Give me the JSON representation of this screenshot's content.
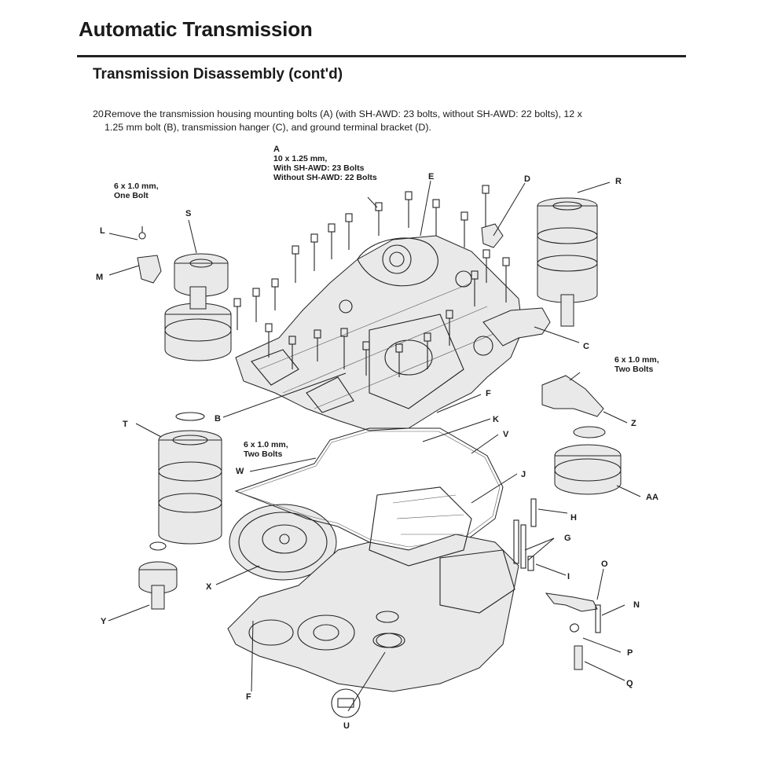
{
  "header": {
    "title": "Automatic Transmission",
    "subtitle": "Transmission Disassembly (cont'd)"
  },
  "instruction": {
    "number": "20.",
    "line1": "Remove the transmission housing mounting bolts (A) (with SH-AWD: 23 bolts, without SH-AWD: 22 bolts), 12 x",
    "line2": "1.25 mm bolt (B), transmission hanger (C), and ground terminal bracket (D)."
  },
  "diagram": {
    "spec_labels": {
      "a_line1": "10 x 1.25 mm,",
      "a_line2": "With SH-AWD: 23 Bolts",
      "a_line3": "Without SH-AWD: 22 Bolts",
      "l_line1": "6 x 1.0 mm,",
      "l_line2": "One Bolt",
      "z_line1": "6 x 1.0 mm,",
      "z_line2": "Two Bolts",
      "w_line1": "6 x 1.0 mm,",
      "w_line2": "Two Bolts"
    },
    "callouts": {
      "A": "A",
      "B": "B",
      "C": "C",
      "D": "D",
      "E": "E",
      "F1": "F",
      "F2": "F",
      "G": "G",
      "H": "H",
      "I": "I",
      "J": "J",
      "K": "K",
      "L": "L",
      "M": "M",
      "N": "N",
      "O": "O",
      "P": "P",
      "Q": "Q",
      "R": "R",
      "S": "S",
      "T": "T",
      "U": "U",
      "V": "V",
      "W": "W",
      "X": "X",
      "Y": "Y",
      "Z": "Z",
      "AA": "AA"
    }
  }
}
